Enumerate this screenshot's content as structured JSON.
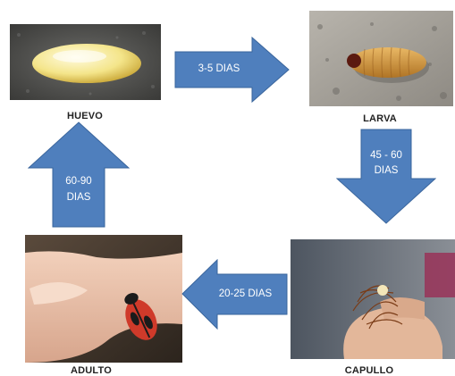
{
  "stages": {
    "egg": "HUEVO",
    "larva": "LARVA",
    "pupa": "CAPULLO",
    "adult": "ADULTO"
  },
  "arrows": {
    "egg_to_larva": "3-5 DIAS",
    "larva_to_pupa_line1": "45 - 60",
    "larva_to_pupa_line2": "DIAS",
    "pupa_to_adult": "20-25 DIAS",
    "adult_to_egg_line1": "60-90",
    "adult_to_egg_line2": "DIAS"
  },
  "colors": {
    "arrow_fill": "#4f7fbd",
    "arrow_stroke": "#3a659c"
  }
}
